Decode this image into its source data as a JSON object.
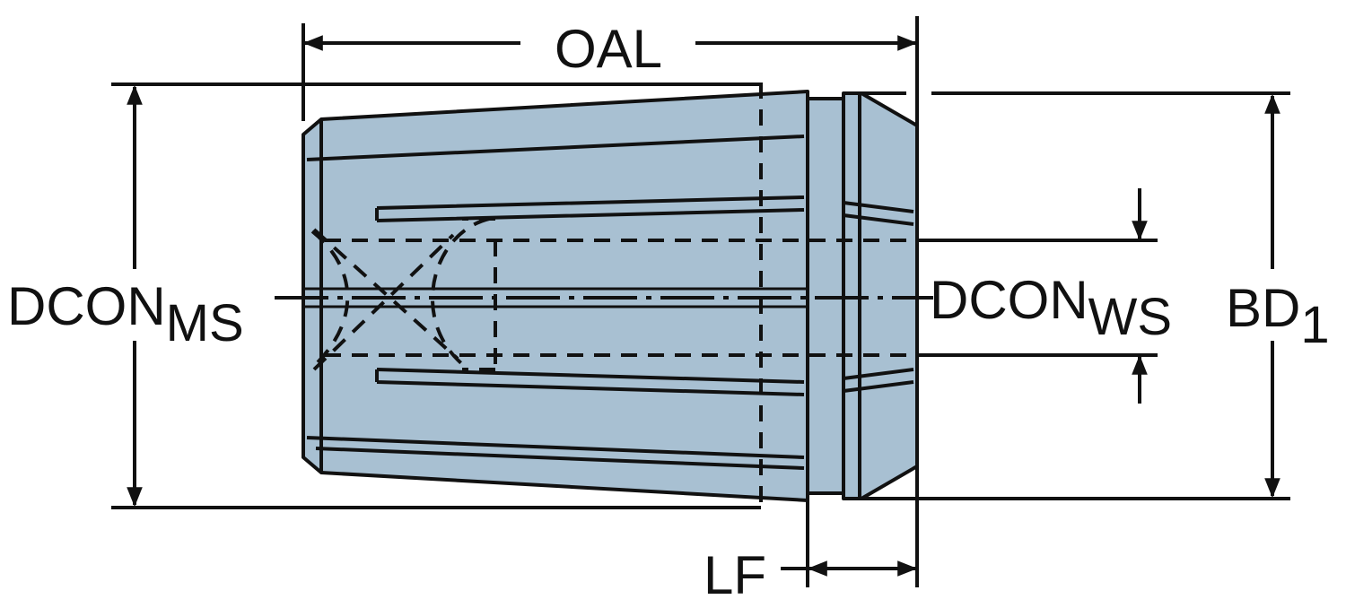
{
  "colors": {
    "body_fill": "#a8c0d2",
    "line": "#111111",
    "background": "#ffffff"
  },
  "labels": {
    "oal": "OAL",
    "dcon_ms": {
      "base": "DCON",
      "sub": "MS"
    },
    "dcon_ws": {
      "base": "DCON",
      "sub": "WS"
    },
    "bd1": {
      "base": "BD",
      "sub": "1"
    },
    "lf": "LF"
  }
}
